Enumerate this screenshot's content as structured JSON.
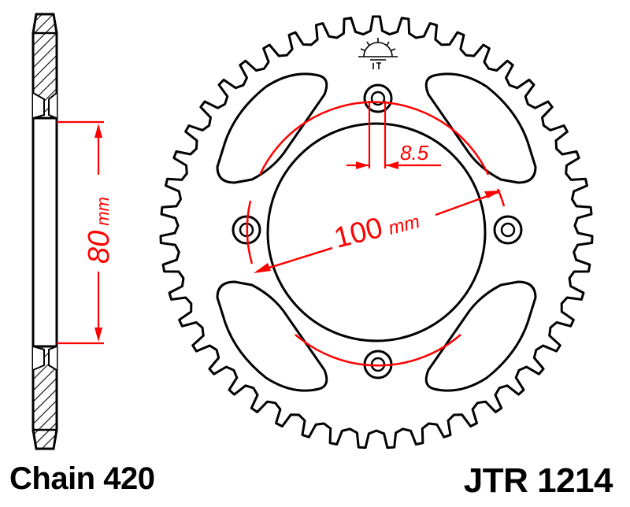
{
  "diagram": {
    "center_distance_label": {
      "value": "100",
      "unit": "mm"
    },
    "side_height_label": {
      "value": "80",
      "unit": "mm"
    },
    "bolt_hole_label": "8.5",
    "chain_label": "Chain 420",
    "part_number": "JTR 1214",
    "tooth_count": 47,
    "bolt_hole_count": 4
  },
  "colors": {
    "line": "#000000",
    "dimension": "#ff0000",
    "hatch_fill": "#ffffff",
    "background": "#ffffff"
  },
  "icons": {
    "logo": "jt-sun-logo-icon"
  }
}
